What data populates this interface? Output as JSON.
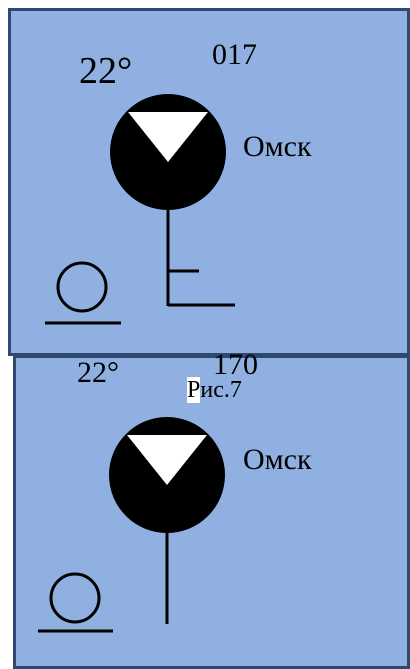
{
  "figure_caption": {
    "first_letter": "Р",
    "rest": "ис.7"
  },
  "stations": [
    {
      "temperature": "22°",
      "number": "017",
      "city": "Омск",
      "cloud_symbol": "three-quarter-filled-circle",
      "wind_barbs": 2,
      "left_symbol": "O"
    },
    {
      "temperature": "22°",
      "number": "170",
      "city": "Омск",
      "cloud_symbol": "three-quarter-filled-circle",
      "wind_barbs": 0,
      "left_symbol": "O"
    }
  ],
  "colors": {
    "panel_fill": "#8fb0e0",
    "panel_border": "#2f4870",
    "ink": "#000000"
  }
}
